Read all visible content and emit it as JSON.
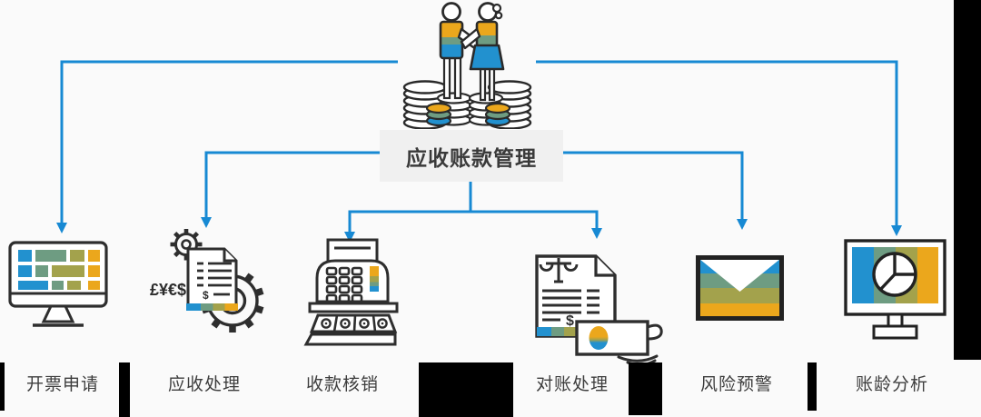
{
  "page": {
    "background": "#fafafa"
  },
  "center_node": {
    "title": "应收账款管理",
    "icon": "handshake-people-on-coin-stacks-icon"
  },
  "branch_nodes": [
    {
      "label": "开票申请",
      "icon": "dashboard-monitor-icon"
    },
    {
      "label": "应收处理",
      "icon": "gears-currency-document-icon",
      "currency_symbols": "£¥€$",
      "dollar_sign": "$"
    },
    {
      "label": "收款核销",
      "icon": "cash-register-icon"
    },
    {
      "label": "对账处理",
      "icon": "statement-hand-payment-icon",
      "dollar_sign": "$"
    },
    {
      "label": "风险预警",
      "icon": "striped-envelope-icon"
    },
    {
      "label": "账龄分析",
      "icon": "pie-chart-monitor-icon"
    }
  ],
  "palette": {
    "arrow_blue": "#1789d3",
    "brand_blue": "#2291cf",
    "brand_teal": "#6e9c82",
    "brand_olive": "#a3a24c",
    "brand_orange": "#eba71c",
    "outline_dark": "#2e2e2e",
    "center_box_bg": "#f0f0f0",
    "label_text": "#3d3d3d",
    "redaction_black": "#000000"
  }
}
